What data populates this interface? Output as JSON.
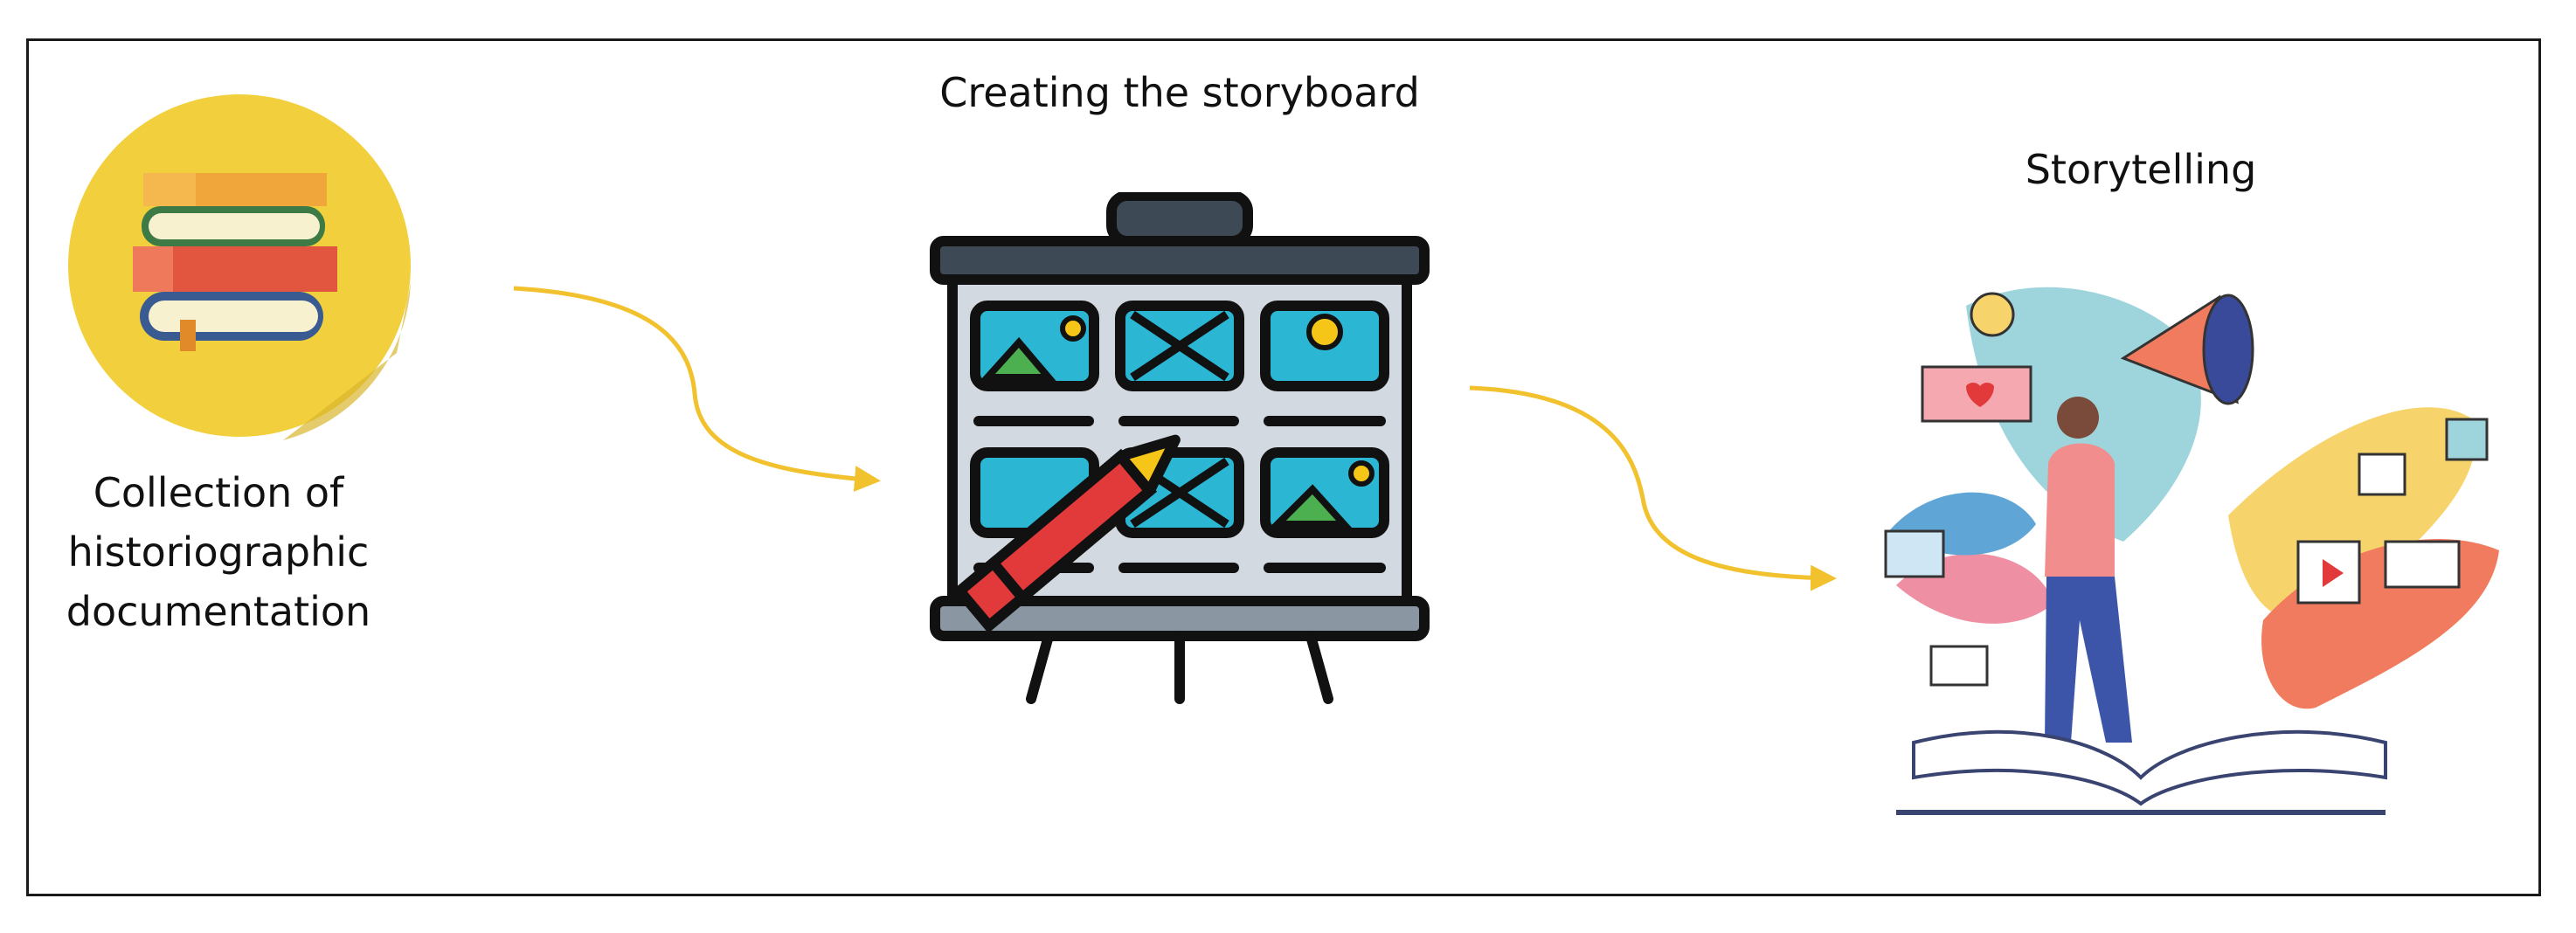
{
  "steps": [
    {
      "label": "Collection of historiographic documentation",
      "lines": [
        "Collection of",
        "historiographic",
        "documentation"
      ],
      "icon": "books-icon"
    },
    {
      "label": "Creating the storyboard",
      "icon": "storyboard-easel-icon"
    },
    {
      "label": "Storytelling",
      "icon": "storytelling-person-megaphone-icon"
    }
  ],
  "colors": {
    "arrow": "#f2c12e",
    "frame": "#1a1a1a",
    "books_circle": "#f2cf3c"
  }
}
